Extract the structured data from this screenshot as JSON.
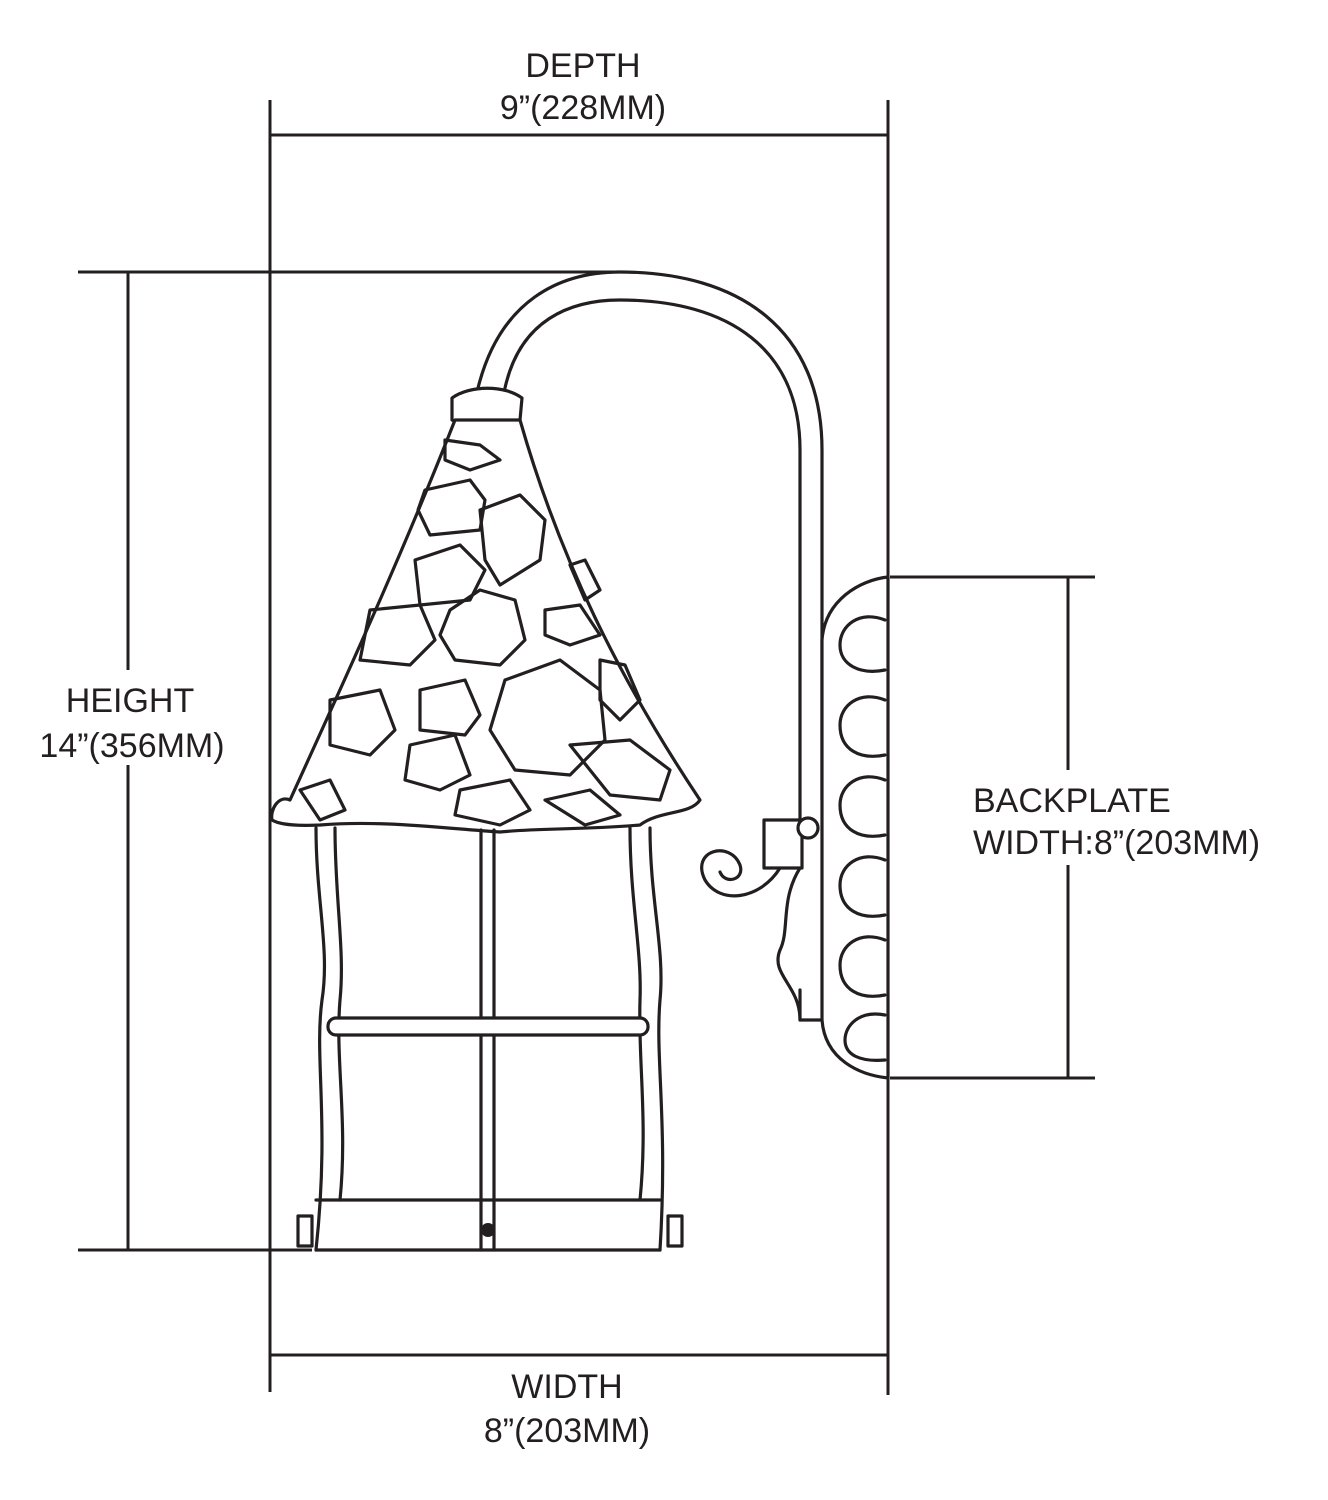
{
  "depth": {
    "label": "DEPTH",
    "value": "9”(228MM)"
  },
  "width": {
    "label": "WIDTH",
    "value": "8”(203MM)"
  },
  "height": {
    "label": "HEIGHT",
    "value": "14”(356MM)"
  },
  "backplate": {
    "label": "BACKPLATE",
    "value": "WIDTH:8”(203MM)"
  },
  "colors": {
    "line": "#231f20",
    "background": "#ffffff"
  }
}
